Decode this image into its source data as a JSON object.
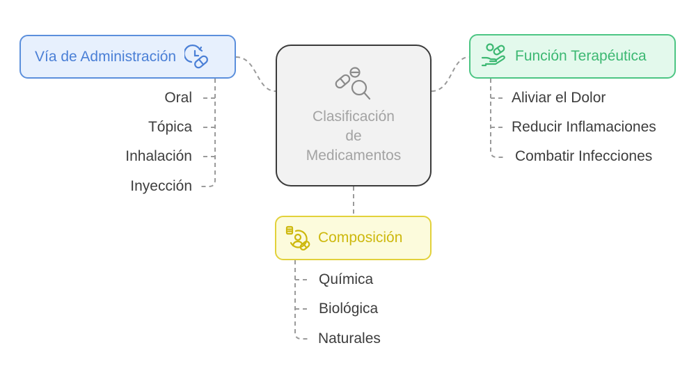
{
  "center": {
    "title_lines": [
      "Clasificación",
      "de",
      "Medicamentos"
    ],
    "icon": "pill-magnifier-icon"
  },
  "branches": {
    "route": {
      "label": "Vía de Administración",
      "icon": "clock-pill-icon",
      "color": "#5b8fdc",
      "items": [
        "Oral",
        "Tópica",
        "Inhalación",
        "Inyección"
      ]
    },
    "function": {
      "label": "Función Terapéutica",
      "icon": "hand-pills-icon",
      "color": "#4cc583",
      "items": [
        "Aliviar el Dolor",
        "Reducir Inflamaciones",
        "Combatir Infecciones"
      ]
    },
    "composition": {
      "label": "Composición",
      "icon": "person-pill-icon",
      "color": "#e2d13a",
      "items": [
        "Química",
        "Biológica",
        "Naturales"
      ]
    }
  }
}
